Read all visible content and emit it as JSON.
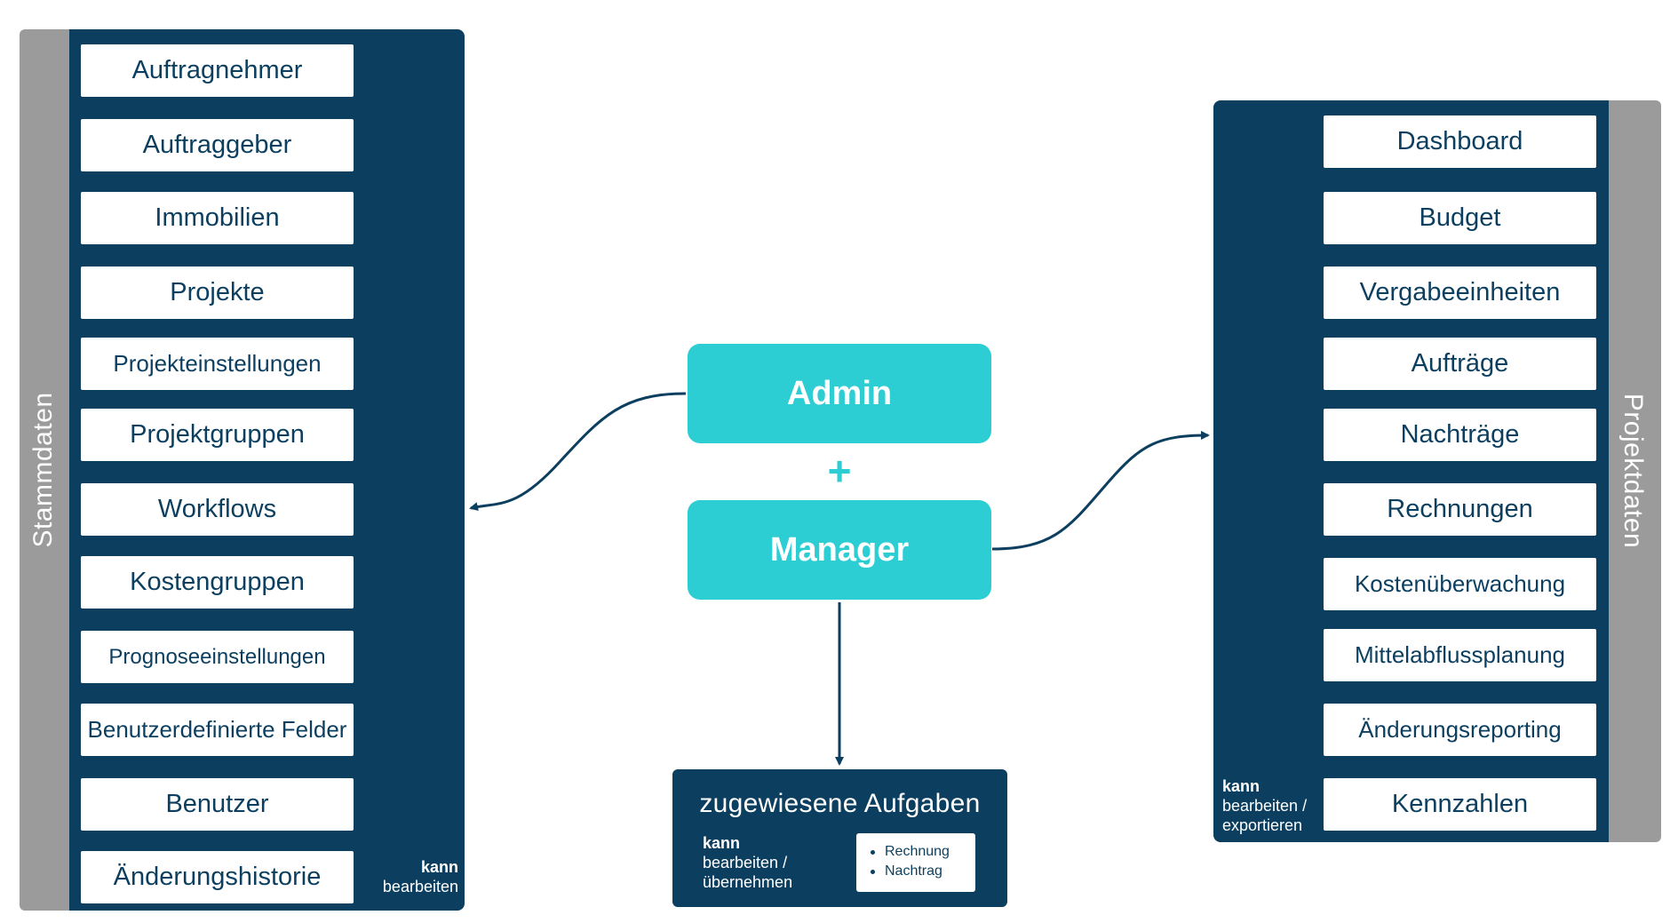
{
  "left_panel": {
    "label": "Stammdaten",
    "items": [
      "Auftragnehmer",
      "Auftraggeber",
      "Immobilien",
      "Projekte",
      "Projekteinstellungen",
      "Projektgruppen",
      "Workflows",
      "Kostengruppen",
      "Prognoseeinstellungen",
      "Benutzerdefinierte Felder",
      "Benutzer",
      "Änderungshistorie"
    ],
    "caption_bold": "kann",
    "caption_text": "bearbeiten"
  },
  "right_panel": {
    "label": "Projektdaten",
    "items": [
      "Dashboard",
      "Budget",
      "Vergabeeinheiten",
      "Aufträge",
      "Nachträge",
      "Rechnungen",
      "Kostenüberwachung",
      "Mittelabflussplanung",
      "Änderungsreporting",
      "Kennzahlen"
    ],
    "caption_bold": "kann",
    "caption_line1": "bearbeiten /",
    "caption_line2": "exportieren"
  },
  "roles": {
    "admin": "Admin",
    "plus": "+",
    "manager": "Manager"
  },
  "tasks": {
    "title": "zugewiesene Aufgaben",
    "caption_bold": "kann",
    "caption_line1": "bearbeiten /",
    "caption_line2": "übernehmen",
    "list": [
      "Rechnung",
      "Nachtrag"
    ]
  },
  "colors": {
    "navy": "#0c3f5f",
    "teal": "#2dcdd4",
    "gray": "#9b9b9b"
  }
}
